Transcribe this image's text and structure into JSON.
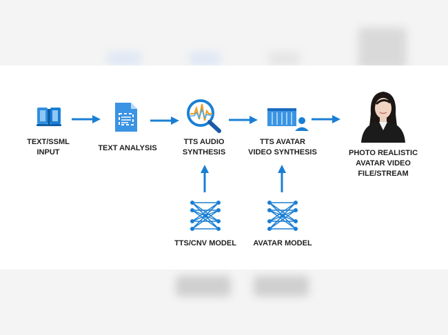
{
  "diagram": {
    "nodes": {
      "input": {
        "label": "TEXT/SSML\nINPUT",
        "icon": "book-icon"
      },
      "analysis": {
        "label": "TEXT ANALYSIS",
        "icon": "document-scan-icon"
      },
      "audio": {
        "label": "TTS AUDIO\nSYNTHESIS",
        "icon": "audio-search-icon"
      },
      "video": {
        "label": "TTS AVATAR\nVIDEO SYNTHESIS",
        "icon": "container-person-icon"
      },
      "output": {
        "label": "PHOTO REALISTIC\nAVATAR VIDEO\nFILE/STREAM",
        "icon": "avatar-photo"
      },
      "tts_model": {
        "label": "TTS/CNV MODEL",
        "icon": "neural-network-icon"
      },
      "avatar_model": {
        "label": "AVATAR MODEL",
        "icon": "neural-network-icon"
      }
    },
    "colors": {
      "accent": "#1a7fd4",
      "text": "#1e1e1e"
    }
  }
}
